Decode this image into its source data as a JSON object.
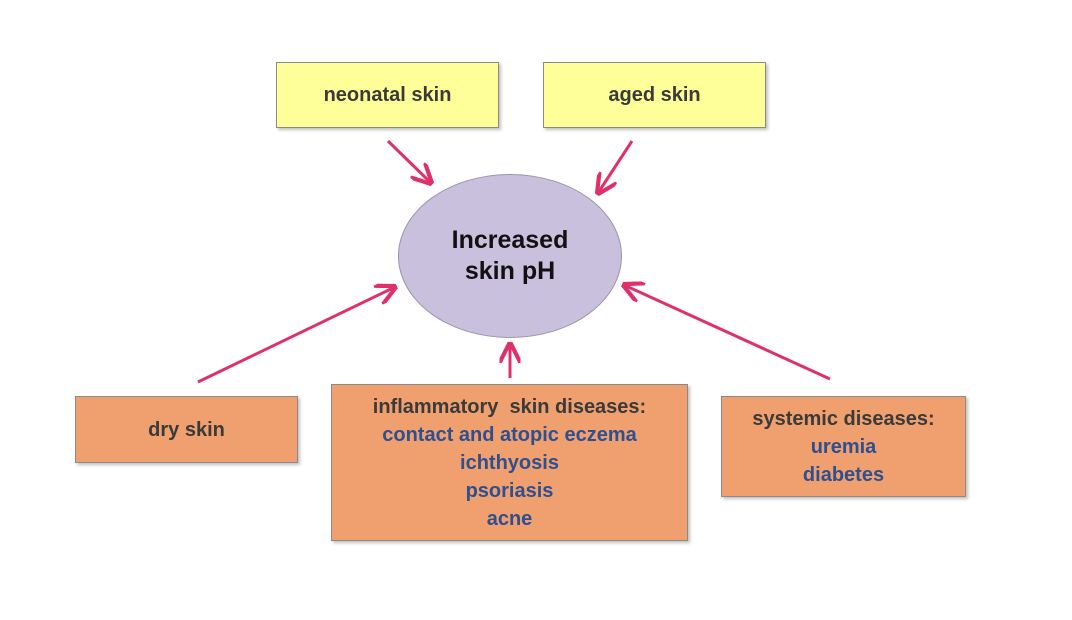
{
  "center": {
    "line1": "Increased",
    "line2": "skin pH"
  },
  "top_left": {
    "label": "neonatal skin"
  },
  "top_right": {
    "label": "aged skin"
  },
  "bottom_left": {
    "label": "dry skin"
  },
  "bottom_center": {
    "heading": "inflammatory  skin diseases:",
    "items": [
      "contact and atopic eczema",
      "ichthyosis",
      "psoriasis",
      "acne"
    ]
  },
  "bottom_right": {
    "heading": "systemic diseases:",
    "items": [
      "uremia",
      "diabetes"
    ]
  },
  "colors": {
    "yellow_box": "#ffff99",
    "orange_box": "#f0a06e",
    "ellipse": "#c8c0dc",
    "arrow": "#e0306a",
    "list_text": "#2f4f8f"
  }
}
